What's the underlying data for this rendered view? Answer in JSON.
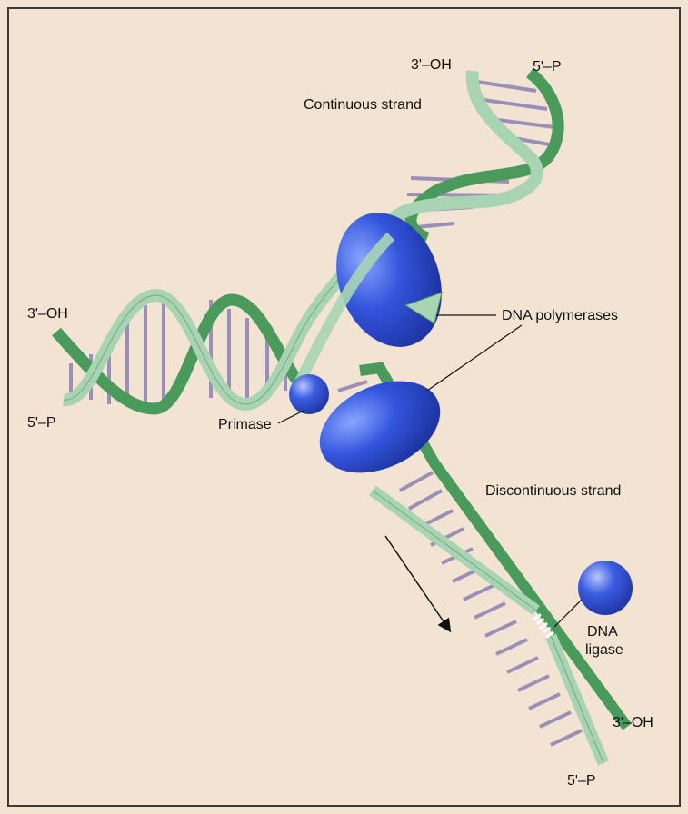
{
  "labels": {
    "top_3oh": "3'–OH",
    "top_5p": "5'–P",
    "continuous_strand": "Continuous strand",
    "left_3oh": "3'–OH",
    "left_5p": "5'–P",
    "dna_polymerases": "DNA polymerases",
    "primase": "Primase",
    "discontinuous_strand": "Discontinuous strand",
    "dna_ligase_line1": "DNA",
    "dna_ligase_line2": "ligase",
    "bottom_3oh": "3'–OH",
    "bottom_5p": "5'–P"
  },
  "colors": {
    "background": "#f2e3d3",
    "border": "#3a3a3a",
    "strand_dark": "#4a9a5c",
    "strand_light": "#a9d4b4",
    "rung": "#9a8fb8",
    "enzyme": "#2d4fd1",
    "enzyme_light": "#7f9cff",
    "arrow": "#111111"
  }
}
